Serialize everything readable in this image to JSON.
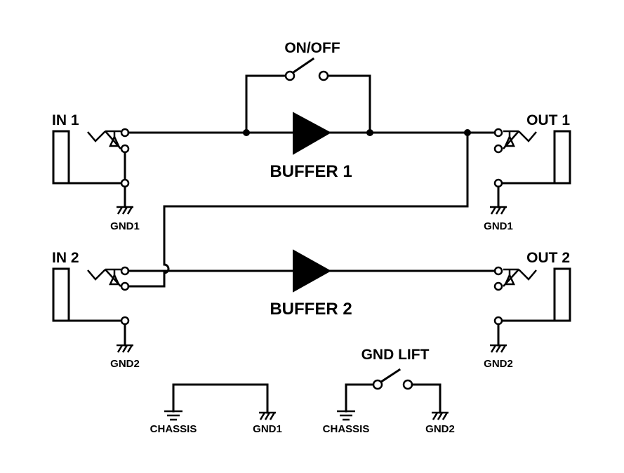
{
  "labels": {
    "on_off": "ON/OFF",
    "in1": "IN 1",
    "in2": "IN 2",
    "out1": "OUT 1",
    "out2": "OUT 2",
    "buffer1": "BUFFER 1",
    "buffer2": "BUFFER 2",
    "gnd1_in": "GND1",
    "gnd1_out": "GND1",
    "gnd2_in": "GND2",
    "gnd2_out": "GND2",
    "gnd_lift": "GND LIFT",
    "chassis_left": "CHASSIS",
    "gnd1_bottom": "GND1",
    "chassis_right": "CHASSIS",
    "gnd2_bottom": "GND2"
  }
}
